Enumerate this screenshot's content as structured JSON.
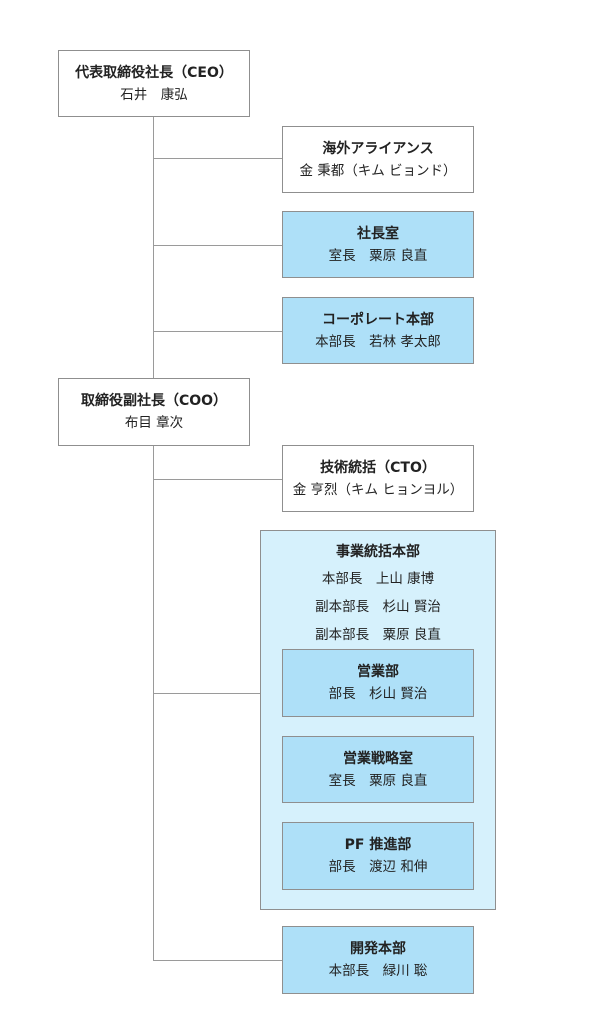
{
  "ceo": {
    "title": "代表取締役社長（CEO）",
    "person": "石井　康弘"
  },
  "overseas": {
    "title": "海外アライアンス",
    "person": "金 秉都（キム ビョンド）"
  },
  "president_office": {
    "title": "社長室",
    "person": "室長　粟原 良直"
  },
  "corporate": {
    "title": "コーポレート本部",
    "person": "本部長　若林 孝太郎"
  },
  "coo": {
    "title": "取締役副社長（COO）",
    "person": "布目 章次"
  },
  "cto": {
    "title": "技術統括（CTO）",
    "person": "金 亨烈（キム ヒョンヨル）"
  },
  "business_division": {
    "title": "事業統括本部",
    "people": [
      "本部長　上山 康博",
      "副本部長　杉山 賢治",
      "副本部長　粟原 良直"
    ],
    "sales": {
      "title": "営業部",
      "person": "部長　杉山 賢治"
    },
    "strategy": {
      "title": "営業戦略室",
      "person": "室長　粟原 良直"
    },
    "pf": {
      "title": "PF 推進部",
      "person": "部長　渡辺 和伸"
    }
  },
  "development": {
    "title": "開発本部",
    "person": "本部長　緑川 聡"
  },
  "colors": {
    "line": "#9a9a9a",
    "border": "#8f8f8f",
    "box_blue": "#aee0f8",
    "group_blue": "#d6f1fc"
  }
}
